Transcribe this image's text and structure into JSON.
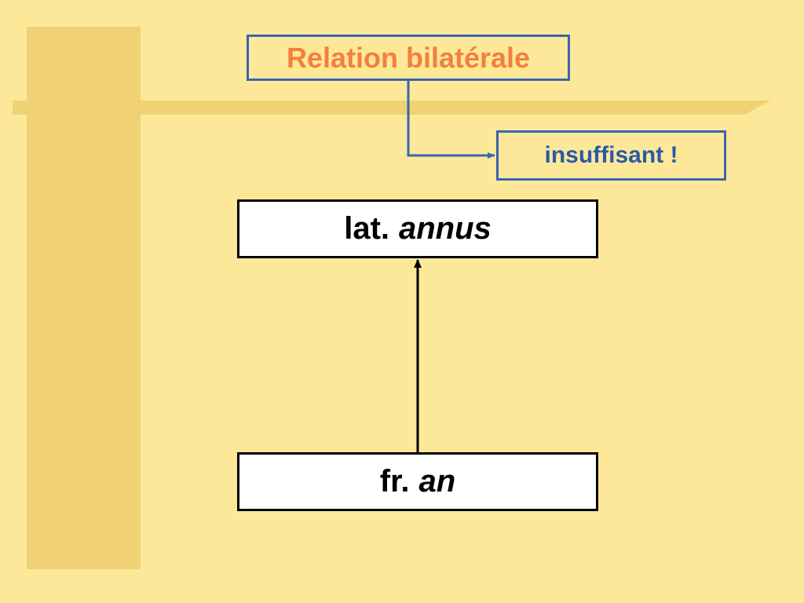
{
  "slide": {
    "title": "Relation bilatérale",
    "note": "insuffisant !"
  },
  "etymon": {
    "language": "lat.",
    "form": "annus"
  },
  "reflex": {
    "language": "fr.",
    "form": "an"
  },
  "colors": {
    "background": "#fde89a",
    "decoration": "#f0d174",
    "title_text": "#f57f3c",
    "note_text": "#2a5aa7",
    "blue_border": "#3a65b0",
    "word_box_border": "#000000",
    "word_box_fill": "#ffffff"
  }
}
